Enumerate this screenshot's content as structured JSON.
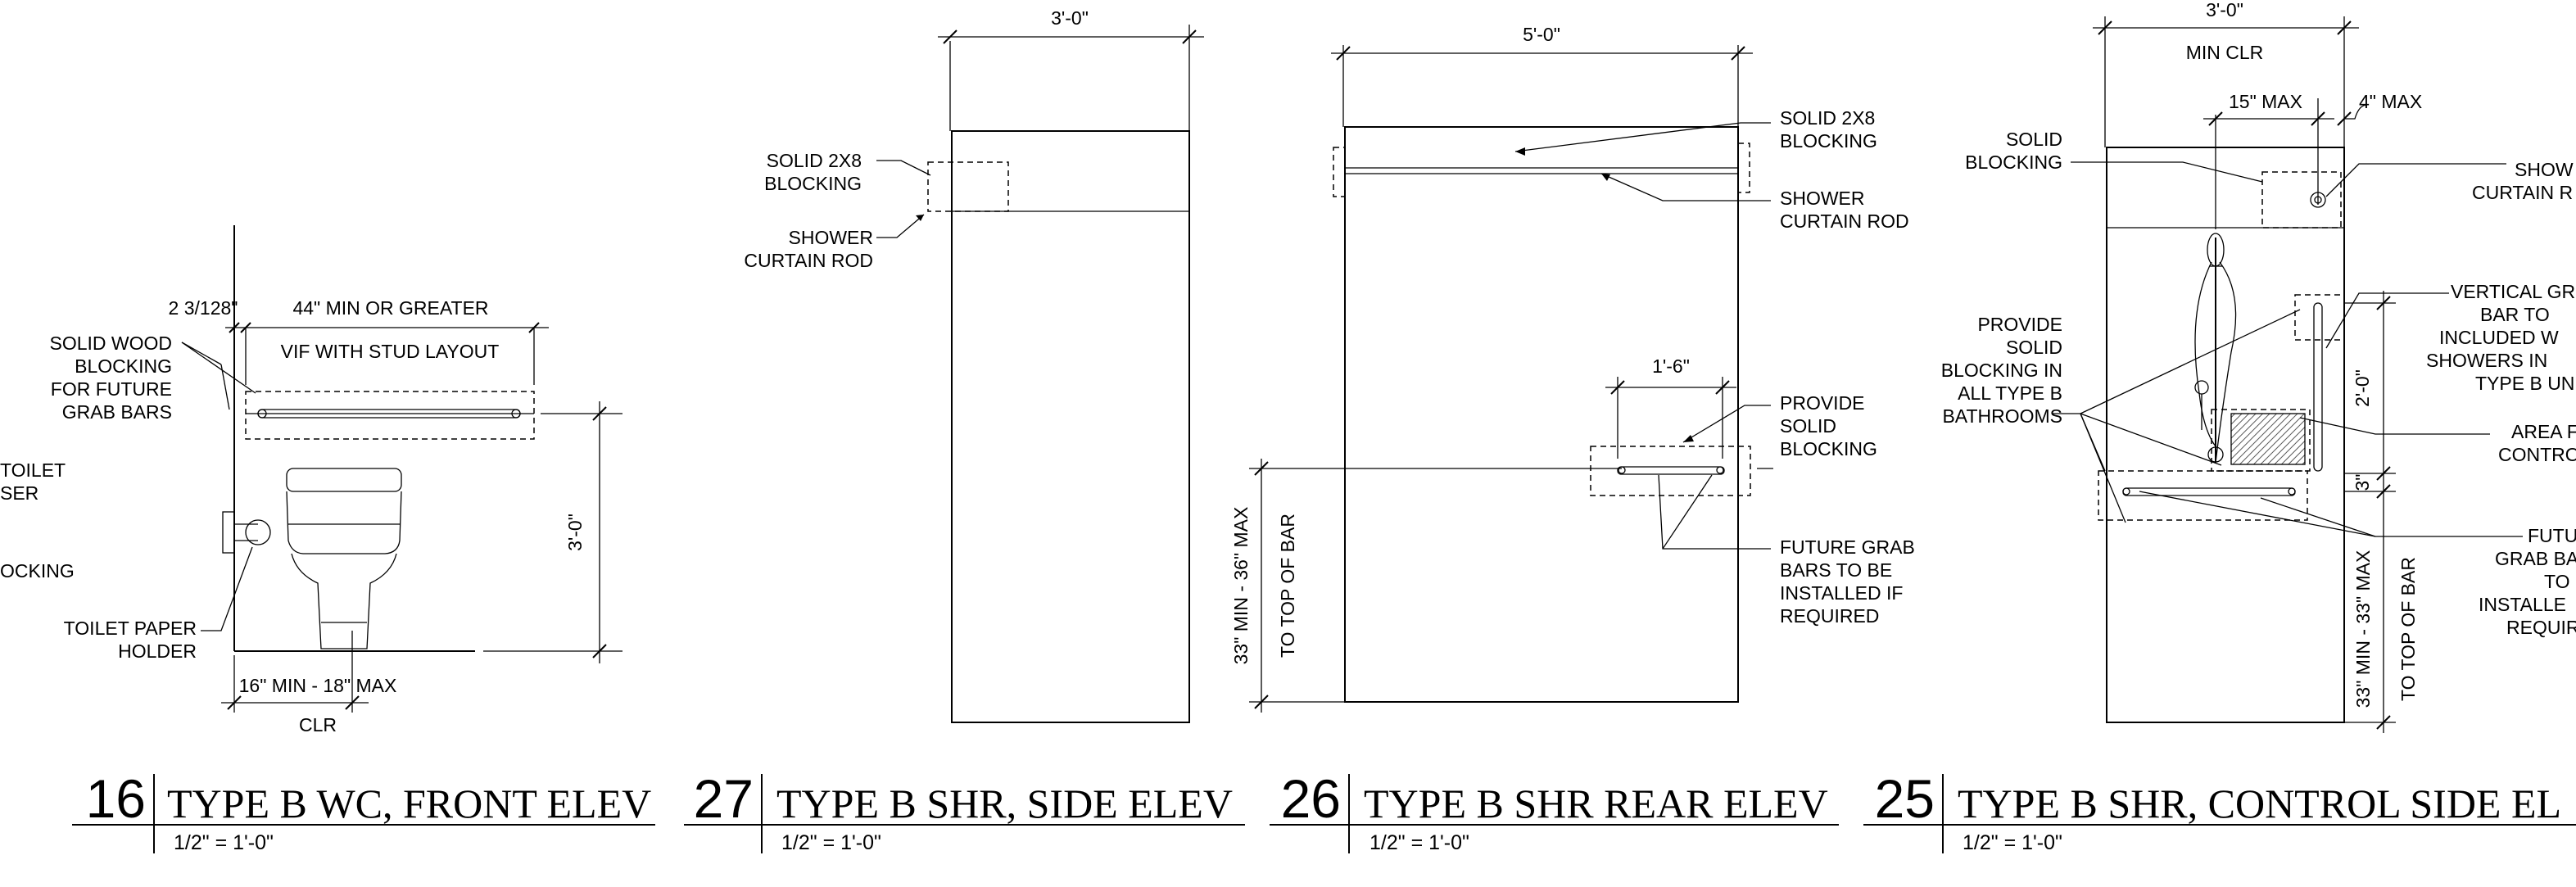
{
  "details": [
    {
      "id": "detail-16",
      "number": "16",
      "title": "TYPE B WC, FRONT ELEV",
      "scale": "1/2\" = 1'-0\"",
      "labels": {
        "blocking": [
          "SOLID WOOD",
          "BLOCKING",
          "FOR FUTURE",
          "GRAB BARS"
        ],
        "toilet": [
          "TOILET",
          "SER"
        ],
        "cking": [
          "OCKING"
        ],
        "paper_holder": [
          "TOILET PAPER",
          "HOLDER"
        ],
        "dim_side": "2 3/128\"",
        "dim_width": "44\" MIN OR GREATER",
        "vif": "VIF WITH STUD LAYOUT",
        "dim_height": "3'-0\"",
        "dim_clr": "16\" MIN - 18\" MAX",
        "clr": "CLR"
      }
    },
    {
      "id": "detail-27",
      "number": "27",
      "title": "TYPE B SHR, SIDE ELEV",
      "scale": "1/2\" = 1'-0\"",
      "labels": {
        "dim_width": "3'-0\"",
        "blocking": [
          "SOLID 2X8",
          "BLOCKING"
        ],
        "rod": [
          "SHOWER",
          "CURTAIN ROD"
        ]
      }
    },
    {
      "id": "detail-26",
      "number": "26",
      "title": "TYPE B SHR REAR ELEV",
      "scale": "1/2\" = 1'-0\"",
      "labels": {
        "dim_width": "5'-0\"",
        "blocking": [
          "SOLID 2X8",
          "BLOCKING"
        ],
        "rod": [
          "SHOWER",
          "CURTAIN ROD"
        ],
        "dim_bar": "1'-6\"",
        "provide": [
          "PROVIDE",
          "SOLID",
          "BLOCKING"
        ],
        "future": [
          "FUTURE GRAB",
          "BARS TO BE",
          "INSTALLED IF",
          "REQUIRED"
        ],
        "vert_dim": "33\" MIN - 36\" MAX",
        "vert_dim2": "TO TOP OF BAR"
      }
    },
    {
      "id": "detail-25",
      "number": "25",
      "title": "TYPE B SHR, CONTROL SIDE EL",
      "scale": "1/2\" = 1'-0\"",
      "labels": {
        "dim_width": "3'-0\"",
        "min_clr": "MIN CLR",
        "dim_15": "15\" MAX",
        "dim_4": "4\" MAX",
        "solid_blocking": [
          "SOLID",
          "BLOCKING"
        ],
        "provide": [
          "PROVIDE",
          "SOLID",
          "BLOCKING IN",
          "ALL TYPE B",
          "BATHROOMS"
        ],
        "shower_rod": [
          "SHOW",
          "CURTAIN R"
        ],
        "vertical": [
          "VERTICAL GR",
          "BAR TO",
          "INCLUDED W",
          "SHOWERS IN",
          "TYPE B UN"
        ],
        "area": [
          "AREA F",
          "CONTRO"
        ],
        "future": [
          "FUTU",
          "GRAB BA",
          "TO",
          "INSTALLE",
          "REQUIR"
        ],
        "dim_2": "2'-0\"",
        "dim_3": "3\"",
        "vert_dim": "33\" MIN - 33\" MAX",
        "vert_dim2": "TO TOP OF BAR"
      }
    }
  ]
}
